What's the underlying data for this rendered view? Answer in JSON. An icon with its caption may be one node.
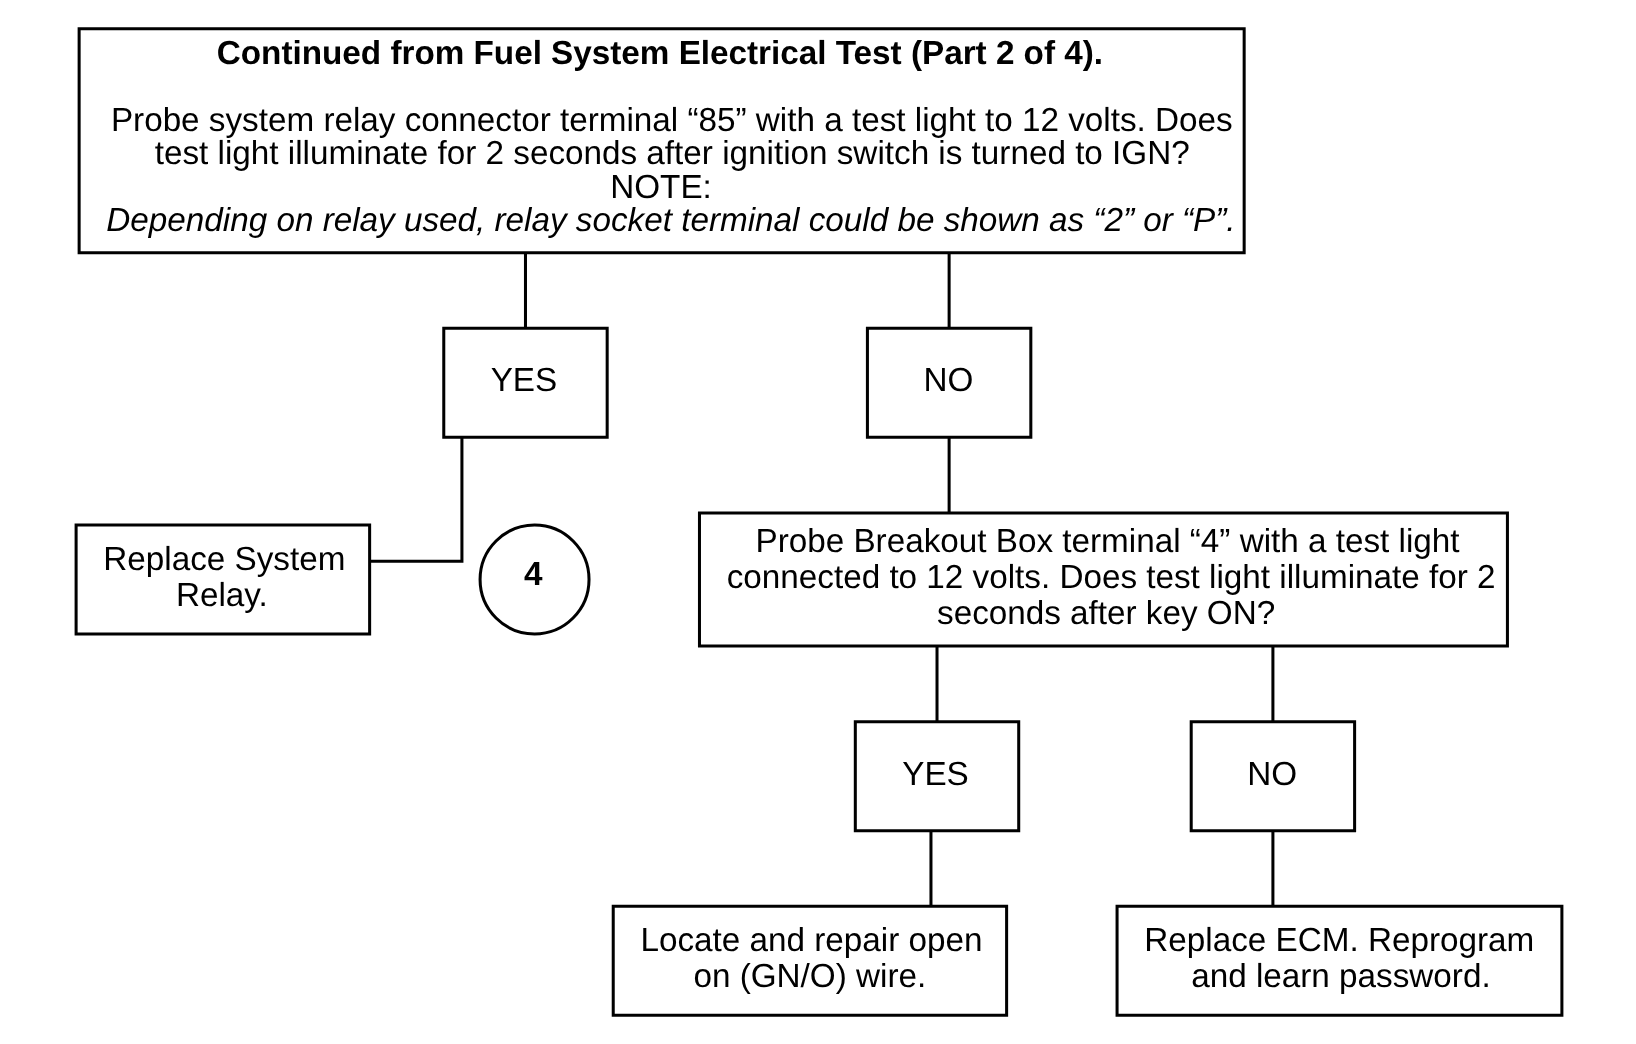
{
  "diagram": {
    "nodes": [
      {
        "text": [
          "Continued from Fuel System Electrical Test (Part 2 of 4).",
          "Probe system relay connector terminal “85” with a test light to 12 volts. Does test light illuminate for 2 seconds after ignition switch is turned to IGN?",
          "NOTE:",
          "Depending on relay used, relay socket terminal could be shown as “2” or “P”."
        ]
      },
      {
        "text": [
          "YES"
        ]
      },
      {
        "text": [
          "NO"
        ]
      },
      {
        "text": [
          "Replace System Relay."
        ]
      },
      {
        "text": [
          "4"
        ]
      },
      {
        "text": [
          "Probe Breakout Box terminal “4” with a test light connected to 12 volts. Does test light illuminate for 2 seconds after key ON?"
        ]
      },
      {
        "text": [
          "YES"
        ]
      },
      {
        "text": [
          "NO"
        ]
      },
      {
        "text": [
          "Locate and repair open on (GN/O) wire."
        ]
      },
      {
        "text": [
          "Replace ECM. Reprogram and learn password."
        ]
      }
    ],
    "edges": [
      {
        "from": 0,
        "to": 1,
        "arrow": "none"
      },
      {
        "from": 0,
        "to": 2,
        "arrow": "none"
      },
      {
        "from": 1,
        "to": 3,
        "arrow": "none"
      },
      {
        "from": 2,
        "to": 5,
        "arrow": "none"
      },
      {
        "from": 5,
        "to": 6,
        "arrow": "none"
      },
      {
        "from": 5,
        "to": 7,
        "arrow": "none"
      },
      {
        "from": 6,
        "to": 8,
        "arrow": "none"
      },
      {
        "from": 7,
        "to": 9,
        "arrow": "none"
      }
    ]
  }
}
